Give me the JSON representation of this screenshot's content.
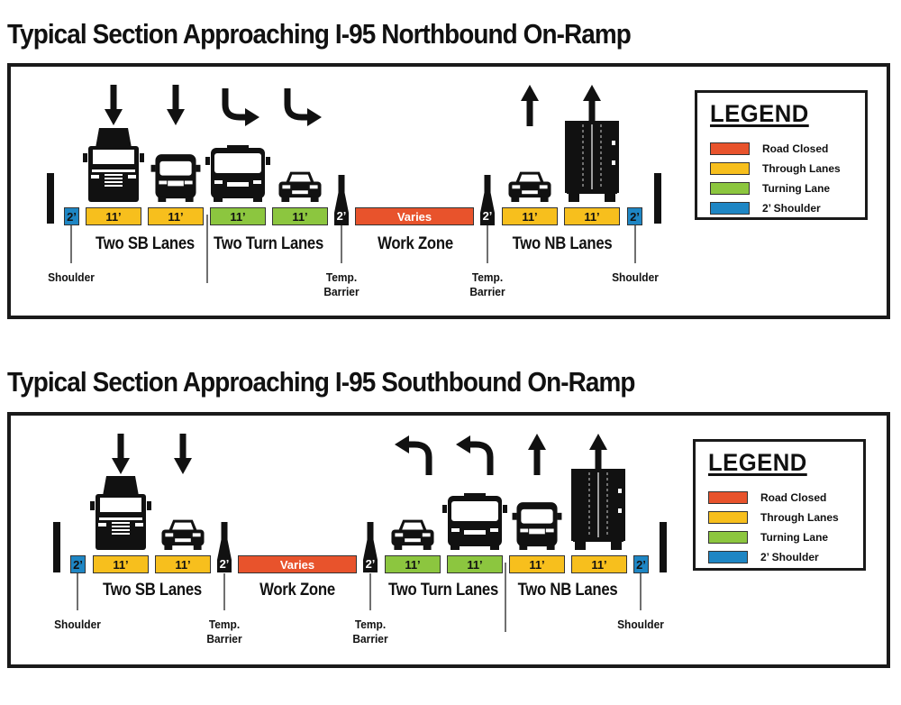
{
  "colors": {
    "road_closed": "#e8532c",
    "through": "#f7bf1d",
    "turning": "#8cc63f",
    "shoulder": "#1e86c4",
    "ink": "#111111"
  },
  "legend": {
    "title": "LEGEND",
    "items": [
      {
        "label": "Road Closed",
        "color_key": "road_closed"
      },
      {
        "label": "Through Lanes",
        "color_key": "through"
      },
      {
        "label": "Turning Lane",
        "color_key": "turning"
      },
      {
        "label": "2’ Shoulder",
        "color_key": "shoulder"
      }
    ]
  },
  "sections": [
    {
      "title": "Typical Section Approaching I-95 Northbound On-Ramp",
      "lanes": [
        {
          "kind": "shoulder",
          "text": "2’"
        },
        {
          "kind": "through",
          "text": "11’"
        },
        {
          "kind": "through",
          "text": "11’"
        },
        {
          "kind": "turning",
          "text": "11’"
        },
        {
          "kind": "turning",
          "text": "11’"
        },
        {
          "kind": "barrier",
          "text": "2’"
        },
        {
          "kind": "closed",
          "text": "Varies"
        },
        {
          "kind": "barrier",
          "text": "2’"
        },
        {
          "kind": "through",
          "text": "11’"
        },
        {
          "kind": "through",
          "text": "11’"
        },
        {
          "kind": "shoulder",
          "text": "2’"
        }
      ],
      "group_labels": [
        "Two SB Lanes",
        "Two Turn Lanes",
        "Work Zone",
        "Two NB Lanes"
      ],
      "small_labels": [
        "Shoulder",
        "Temp.\nBarrier",
        "Temp.\nBarrier",
        "Shoulder"
      ],
      "arrows": [
        "down",
        "down",
        "turn-right",
        "turn-right",
        "up",
        "up"
      ]
    },
    {
      "title": "Typical Section Approaching I-95 Southbound On-Ramp",
      "lanes": [
        {
          "kind": "shoulder",
          "text": "2’"
        },
        {
          "kind": "through",
          "text": "11’"
        },
        {
          "kind": "through",
          "text": "11’"
        },
        {
          "kind": "barrier",
          "text": "2’"
        },
        {
          "kind": "closed",
          "text": "Varies"
        },
        {
          "kind": "barrier",
          "text": "2’"
        },
        {
          "kind": "turning",
          "text": "11’"
        },
        {
          "kind": "turning",
          "text": "11’"
        },
        {
          "kind": "through",
          "text": "11’"
        },
        {
          "kind": "through",
          "text": "11’"
        },
        {
          "kind": "shoulder",
          "text": "2’"
        }
      ],
      "group_labels": [
        "Two SB Lanes",
        "Work Zone",
        "Two Turn Lanes",
        "Two NB Lanes"
      ],
      "small_labels": [
        "Shoulder",
        "Temp.\nBarrier",
        "Temp.\nBarrier",
        "Shoulder"
      ],
      "arrows": [
        "down",
        "down",
        "turn-left",
        "turn-left",
        "up",
        "up"
      ]
    }
  ]
}
